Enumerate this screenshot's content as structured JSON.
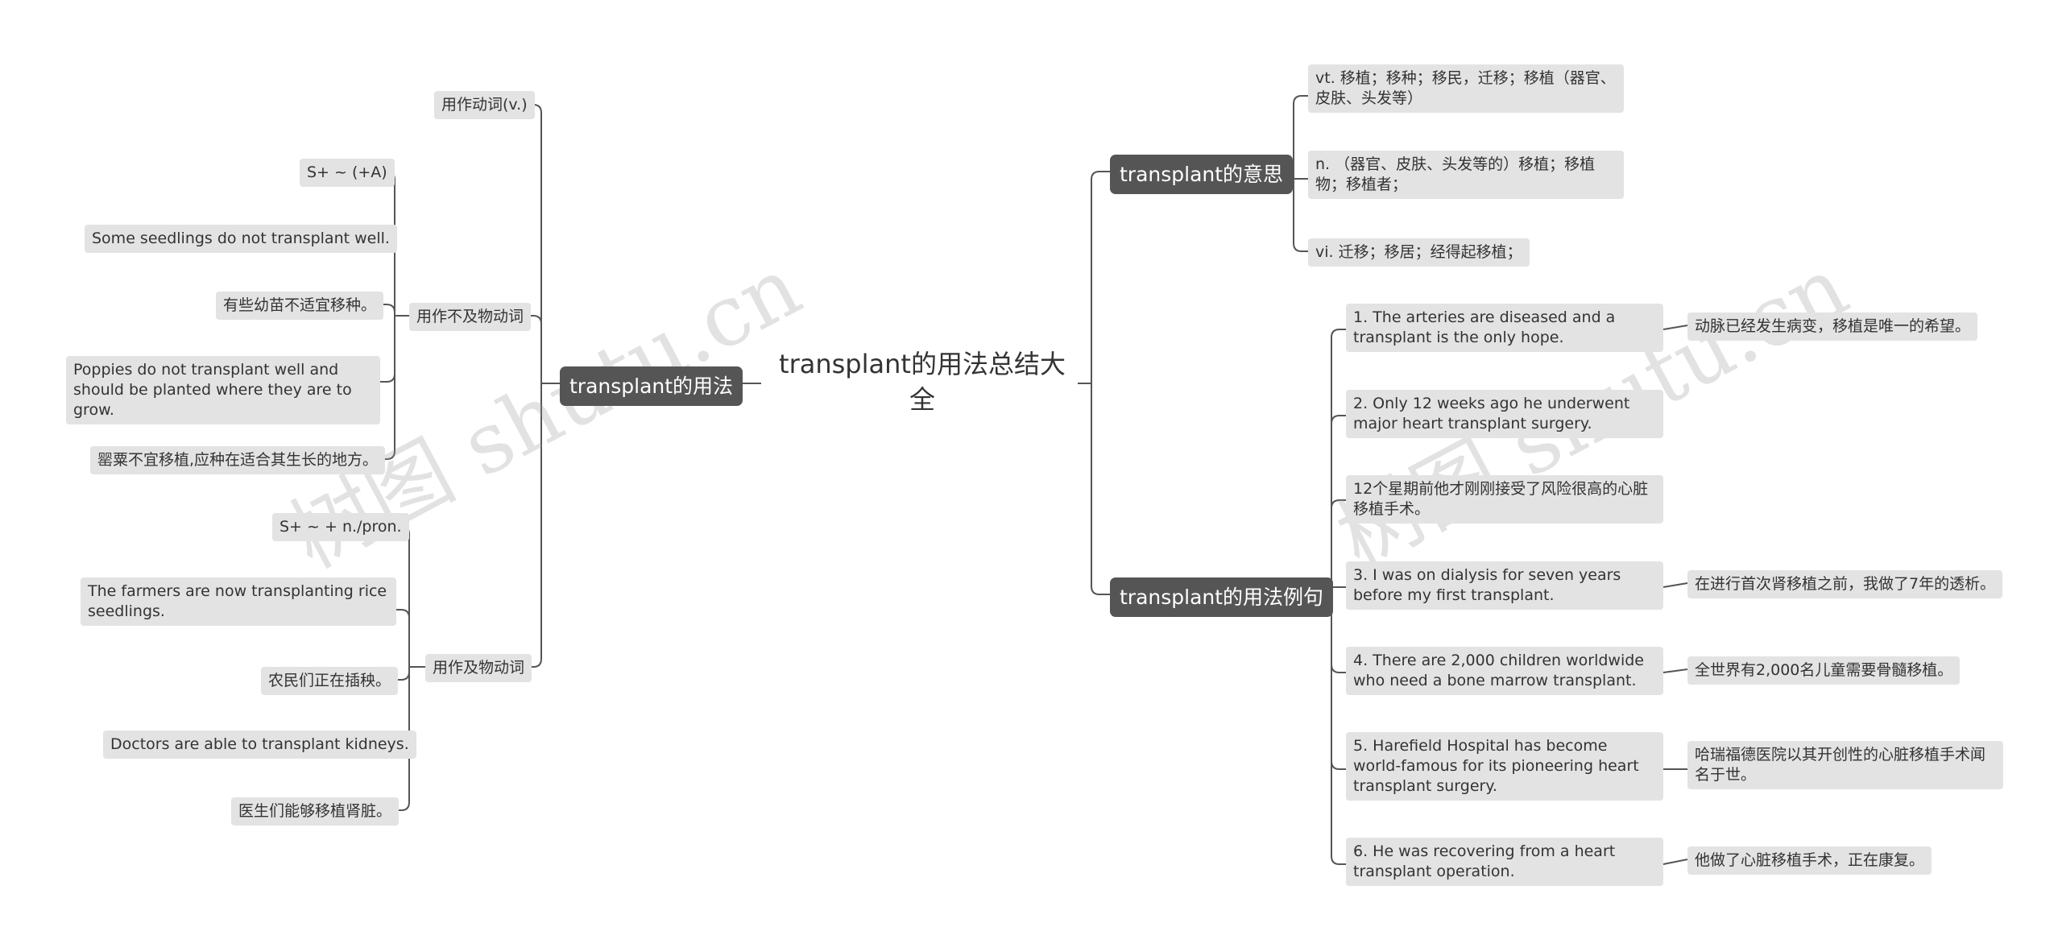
{
  "root": {
    "title": "transplant的用法总结大全"
  },
  "branches": {
    "usage": {
      "label": "transplant的用法",
      "groups": {
        "verb": {
          "label": "用作动词(v.)"
        },
        "intransitive": {
          "label": "用作不及物动词",
          "items": [
            "S+ ~ (+A)",
            "Some seedlings do not transplant well.",
            "有些幼苗不适宜移种。",
            "Poppies do not transplant well and should be planted where they are to grow.",
            "罂粟不宜移植,应种在适合其生长的地方。"
          ]
        },
        "transitive": {
          "label": "用作及物动词",
          "items": [
            "S+ ~ + n./pron.",
            "The farmers are now transplanting rice seedlings.",
            "农民们正在插秧。",
            "Doctors are able to transplant kidneys.",
            "医生们能够移植肾脏。"
          ]
        }
      }
    },
    "meaning": {
      "label": "transplant的意思",
      "items": [
        "vt. 移植；移种；移民，迁移；移植（器官、皮肤、头发等）",
        "n. （器官、皮肤、头发等的）移植；移植物；移植者；",
        "vi. 迁移；移居；经得起移植；"
      ]
    },
    "examples": {
      "label": "transplant的用法例句",
      "items": [
        "1. The arteries are diseased and a transplant is the only hope.",
        "2. Only 12 weeks ago he underwent major heart transplant surgery.",
        "12个星期前他才刚刚接受了风险很高的心脏移植手术。",
        "3. I was on dialysis for seven years before my first transplant.",
        "4. There are 2,000 children worldwide who need a bone marrow transplant.",
        "5. Harefield Hospital has become world-famous for its pioneering heart transplant surgery.",
        "6. He was recovering from a heart transplant operation."
      ],
      "translations": [
        "动脉已经发生病变，移植是唯一的希望。",
        "在进行首次肾移植之前，我做了7年的透析。",
        "全世界有2,000名儿童需要骨髓移植。",
        "哈瑞福德医院以其开创性的心脏移植手术闻名于世。",
        "他做了心脏移植手术，正在康复。"
      ]
    }
  },
  "watermark": "树图 shutu.cn",
  "colors": {
    "main_node": "#555555",
    "leaf_node": "#e3e3e3",
    "line": "#555555",
    "text": "#333333"
  }
}
